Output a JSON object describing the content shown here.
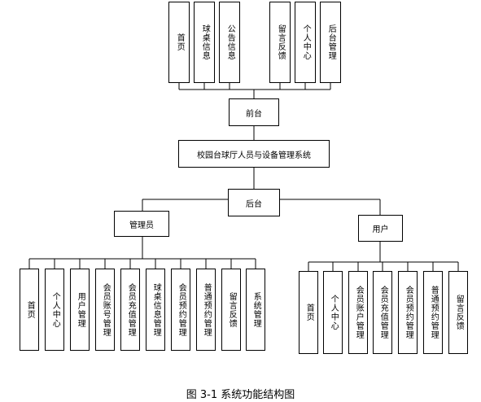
{
  "front": {
    "label": "前台",
    "children": [
      "首页",
      "球桌信息",
      "公告信息",
      "留言反馈",
      "个人中心",
      "后台管理"
    ]
  },
  "system": {
    "label": "校园台球厅人员与设备管理系统"
  },
  "back": {
    "label": "后台"
  },
  "admin": {
    "label": "管理员",
    "children": [
      "首页",
      "个人中心",
      "用户管理",
      "会员账号管理",
      "会员充值管理",
      "球桌信息管理",
      "会员预约管理",
      "普通预约管理",
      "留言反馈",
      "系统管理"
    ]
  },
  "user": {
    "label": "用户",
    "children": [
      "首页",
      "个人中心",
      "会员账户管理",
      "会员充值管理",
      "会员预约管理",
      "普通预约管理",
      "留言反馈"
    ]
  },
  "caption": "图 3-1 系统功能结构图"
}
